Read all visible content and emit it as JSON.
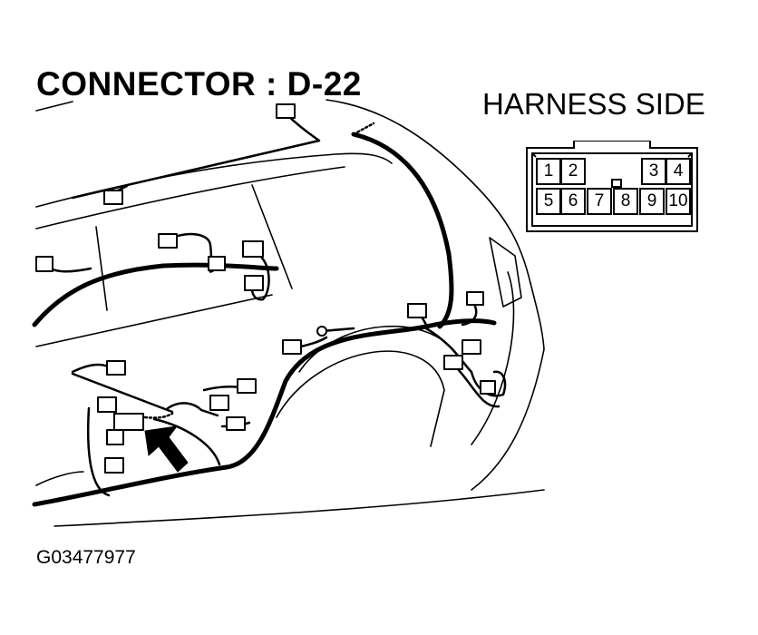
{
  "diagram": {
    "title": "CONNECTOR : D-22",
    "side_label": "HARNESS SIDE",
    "figure_id": "G03477977",
    "connector": {
      "top_row_pins": [
        "1",
        "2",
        "3",
        "4"
      ],
      "bottom_row_pins": [
        "5",
        "6",
        "7",
        "8",
        "9",
        "10"
      ]
    },
    "colors": {
      "line": "#000000",
      "background": "#ffffff"
    }
  }
}
